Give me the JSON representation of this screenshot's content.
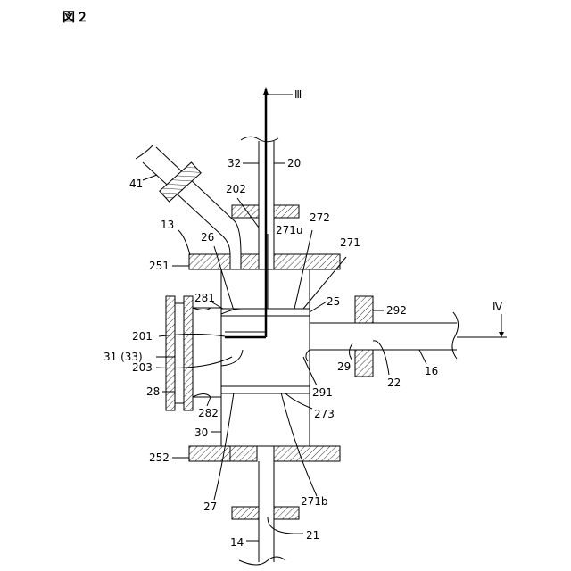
{
  "figure": {
    "title": "図２"
  },
  "labels": {
    "l20": "20",
    "l32": "32",
    "l41": "41",
    "l202": "202",
    "l13": "13",
    "l26": "26",
    "l272": "272",
    "l271u": "271u",
    "l271": "271",
    "l251": "251",
    "l25": "25",
    "l281": "281",
    "l292": "292",
    "l201": "201",
    "l31": "31 (33)",
    "l203": "203",
    "l29": "29",
    "l22": "22",
    "l16": "16",
    "l291": "291",
    "l28": "28",
    "l282": "282",
    "l273": "273",
    "l30": "30",
    "l252": "252",
    "l27": "27",
    "l271b": "271b",
    "l21": "21",
    "l14": "14",
    "sec3": "Ⅲ",
    "sec4": "Ⅳ"
  },
  "colors": {
    "line": "#000000",
    "background": "#ffffff"
  }
}
